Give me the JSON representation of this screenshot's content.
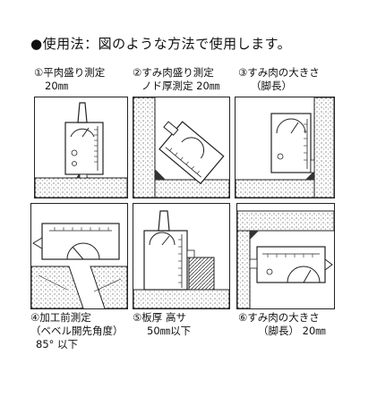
{
  "heading": "●使用法：図のような方法で使用します。",
  "captions": {
    "c1": {
      "line1": "①平肉盛り測定",
      "line2": "20㎜"
    },
    "c2": {
      "line1": "②すみ肉盛り測定",
      "line2": "ノド厚測定 20㎜"
    },
    "c3": {
      "line1": "③すみ肉の大きさ",
      "line2": "（脚長）"
    },
    "c4": {
      "line1": "④加工前測定",
      "line2": "（ベベル開先角度）",
      "line3": "85° 以下"
    },
    "c5": {
      "line1": "⑤板厚 高サ",
      "line2": "50㎜以下"
    },
    "c6": {
      "line1": "⑥すみ肉の大きさ",
      "line2": "（脚長） 20㎜"
    }
  }
}
